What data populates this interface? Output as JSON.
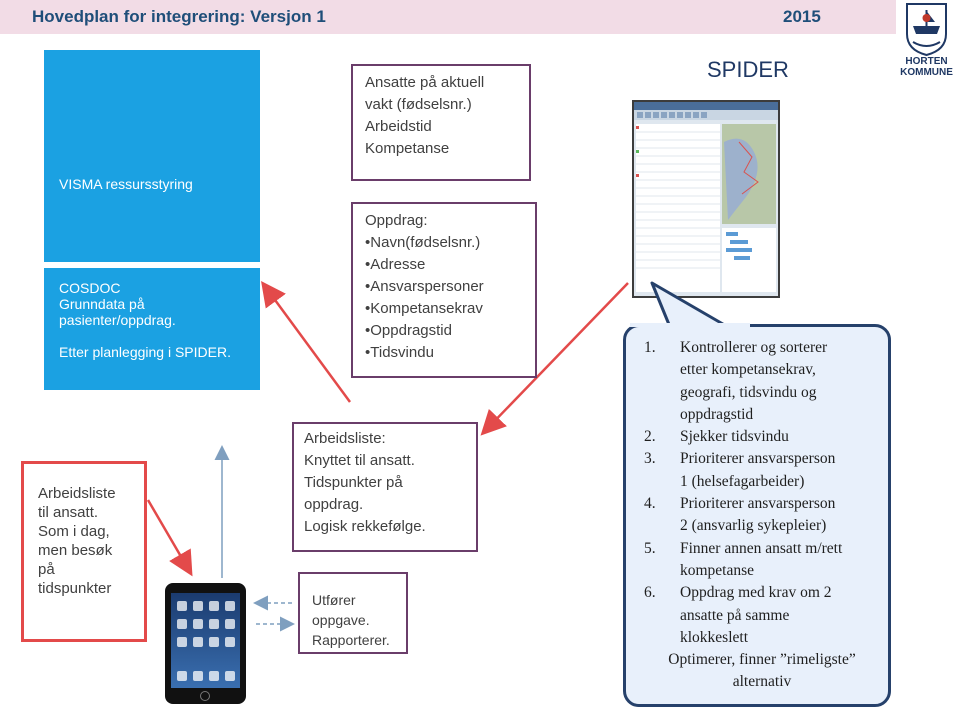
{
  "header": {
    "title": "Hovedplan for integrering: Versjon 1",
    "year": "2015"
  },
  "logo": {
    "line1": "HORTEN",
    "line2": "KOMMUNE"
  },
  "boxes": {
    "visma": "VISMA ressursstyring",
    "cosdoc": {
      "line1": "COSDOC",
      "line2": "Grunndata på",
      "line3": "pasienter/oppdrag.",
      "line4": "Etter planlegging i SPIDER."
    },
    "ansatte": {
      "line1": "Ansatte på aktuell",
      "line2": "vakt (fødselsnr.)",
      "line3": "Arbeidstid",
      "line4": "Kompetanse"
    },
    "oppdrag": {
      "title": "Oppdrag:",
      "items": [
        "Navn(fødselsnr.)",
        "Adresse",
        "Ansvarspersoner",
        "Kompetansekrav",
        "Oppdragstid",
        "Tidsvindu"
      ]
    },
    "arbeidsliste": {
      "title": "Arbeidsliste:",
      "line1": "Knyttet til ansatt.",
      "line2": "Tidspunkter på",
      "line3": "oppdrag.",
      "line4": "Logisk rekkefølge."
    },
    "utforer": {
      "line1": "Utfører",
      "line2": "oppgave.",
      "line3": "Rapporterer."
    },
    "left_red": {
      "line1": "Arbeidsliste",
      "line2": "til ansatt.",
      "line3": "Som i dag,",
      "line4": "men besøk",
      "line5": "på",
      "line6": "tidspunkter"
    }
  },
  "spider": {
    "title": "SPIDER",
    "steps": [
      {
        "num": "1.",
        "text": "Kontrollerer og sorterer"
      },
      {
        "num": "",
        "text": "etter kompetansekrav,"
      },
      {
        "num": "",
        "text": "geografi, tidsvindu og"
      },
      {
        "num": "",
        "text": "oppdragstid"
      },
      {
        "num": "2.",
        "text": "Sjekker tidsvindu"
      },
      {
        "num": "3.",
        "text": "Prioriterer ansvarsperson"
      },
      {
        "num": "",
        "text": "1 (helsefagarbeider)"
      },
      {
        "num": "4.",
        "text": "Prioriterer ansvarsperson"
      },
      {
        "num": "",
        "text": "2 (ansvarlig sykepleier)"
      },
      {
        "num": "5.",
        "text": "Finner annen ansatt m/rett"
      },
      {
        "num": "",
        "text": "kompetanse"
      },
      {
        "num": "6.",
        "text": "Oppdrag med krav om 2"
      },
      {
        "num": "",
        "text": "ansatte på samme"
      },
      {
        "num": "",
        "text": "klokkeslett"
      }
    ],
    "final_line1": "Optimerer, finner ”rimeligste”",
    "final_line2": "alternativ"
  },
  "colors": {
    "header_bg": "#f2dce6",
    "header_text": "#1f4e79",
    "blue_box": "#1ba1e2",
    "red": "#e34a4a",
    "purple_border": "#6a3d6a",
    "bubble_bg": "#e8f0fb",
    "bubble_border": "#26416b"
  }
}
